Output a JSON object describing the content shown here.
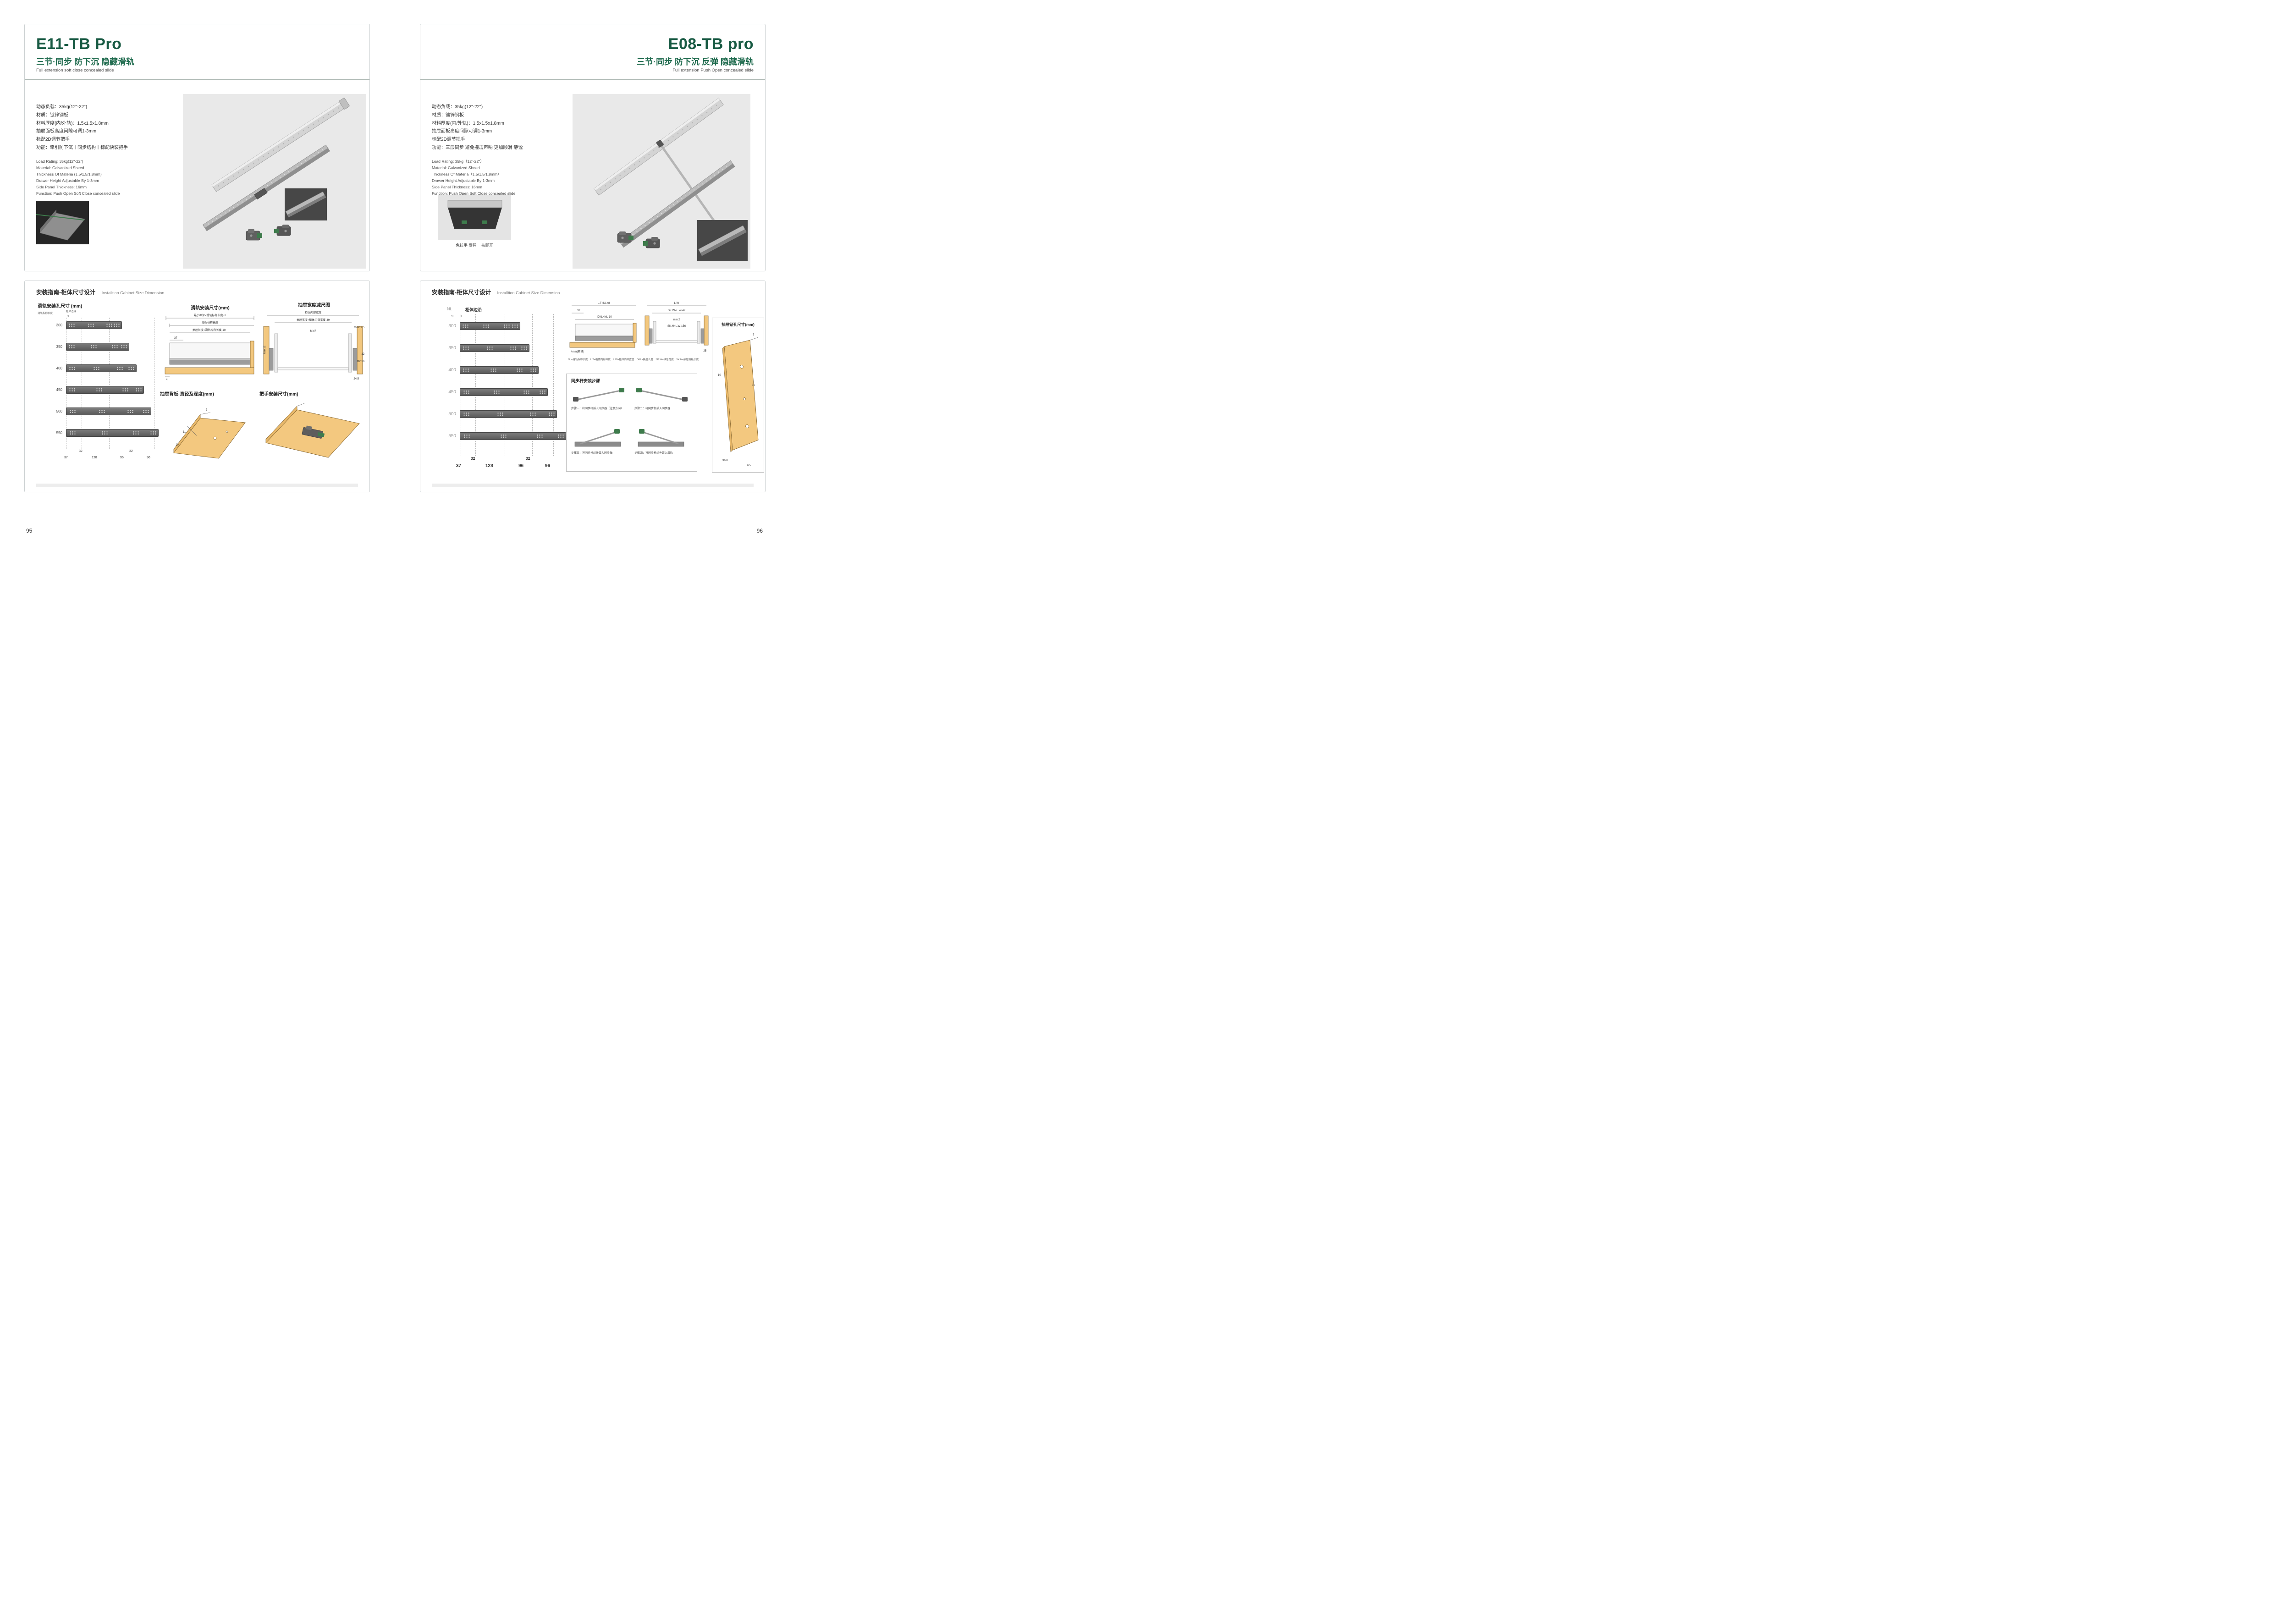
{
  "accent": {
    "green_dark": "#185a43",
    "green_mid": "#1f6b4e",
    "tan": "#f3c87f",
    "photo_bg": "#e9e9e9"
  },
  "left": {
    "title": "E11-TB Pro",
    "subtitle_cn": "三节·同步 防下沉 隐藏滑轨",
    "subtitle_en": "Full extension soft close concealed slide",
    "specs_cn": [
      "动态负载：35kg(12\"-22\")",
      "材质：镀锌钢板",
      "材料厚度(内/外轨)：1.5x1.5x1.8mm",
      "抽屉面板高度间隙可调1-3mm",
      "标配2D调节把手",
      "功能：牵引防下沉丨同步结构丨标配快装把手"
    ],
    "specs_en": [
      "Load Rating: 35kg(12\"-22\")",
      "Material: Galvanized Sheed",
      "Thickness Of Materia (1.5/1.5/1.8mm)",
      "Drawer Height Adjustable By 1-3mm",
      "Side Panel Thickness: 16mm",
      "Function:  Push Open Soft Close concealed slide"
    ],
    "install_title_cn": "安装指南-柜体尺寸设计",
    "install_title_en": "Installtion Cabinet Size Dimension",
    "rails": {
      "title": "滑轨安装孔尺寸 (mm)",
      "label_side": "滑轨标称长度",
      "label_edge": "柜体边缘",
      "dim_edge": "9",
      "lengths": [
        "300",
        "350",
        "400",
        "450",
        "500",
        "550"
      ],
      "dims_upper": [
        "32",
        "32"
      ],
      "dims_lower": [
        "37",
        "128",
        "96",
        "96"
      ]
    },
    "section": {
      "title": "滑轨安装尺寸(mm)",
      "dim_depth": "最小柜深=滑轨标称长度+8",
      "dim_rail": "滑轨标称长度",
      "dim_drawer": "抽屉长度=滑轨标称长度-10",
      "dim_front": "37",
      "dim_gap": "4"
    },
    "width_reduce": {
      "title": "抽屉宽度减尺图",
      "dim_inner": "柜体内部宽度",
      "dim_drawer": "抽屉宽度=柜体内部宽度-49",
      "dim_min7": "Min7",
      "dim_max12": "Max12",
      "dim_max17": "Max17.5",
      "dim_12": "12",
      "dim_min36": "Min36",
      "dim_245": "24.5"
    },
    "back_panel": {
      "title": "抽屉背板·直径及深度(mm)",
      "dims": [
        "7",
        "11",
        "10"
      ]
    },
    "handle": {
      "title": "把手安装尺寸(mm)"
    },
    "page_number": "95"
  },
  "right": {
    "title": "E08-TB pro",
    "subtitle_cn": "三节·同步 防下沉 反弹 隐藏滑轨",
    "subtitle_en": "Full extension Push Open concealed slide",
    "specs_cn": [
      "动态负载：35kg(12\"-22\")",
      "材质：镀锌钢板",
      "材料厚度(内/外轨)：1.5x1.5x1.8mm",
      "抽屉面板高度间隙可调1-3mm",
      "标配2D调节把手",
      "功能：三层同步 避免撞击声响 更加顺滑 静谧"
    ],
    "specs_en": [
      "Load Rating: 35kg（12\"-22\"）",
      "Material: Galvanized Sheed",
      "Thickness Of Materia（1.5/1.5/1.8mm）",
      "Drawer Height Adjustable By 1-3mm",
      "Side Panel Thickness: 16mm",
      "Function:  Push Open Soft Close concealed slide"
    ],
    "push_caption": "免拉手 反弹 一按即开",
    "install_title_cn": "安装指南-柜体尺寸设计",
    "install_title_en": "Installtion Cabinet Size Dimension",
    "rails": {
      "label_nl": "NL",
      "label_edge": "柜体边沿",
      "dims_edge": [
        "9",
        "9"
      ],
      "lengths": [
        "300",
        "350",
        "400",
        "450",
        "500",
        "550"
      ],
      "dims_upper": [
        "32",
        "32"
      ],
      "dims_lower": [
        "37",
        "128",
        "96",
        "96"
      ]
    },
    "sections": {
      "left_diag": {
        "dim1": "L.T=NL+8",
        "dim2": "37",
        "dim3": "DKL=NL-10",
        "dim4": "4mm(预留)"
      },
      "right_diag": {
        "dim1": "L.W",
        "dim2": "SK.W=L.W-42",
        "dim3": "SK.H=L.W-156",
        "dim4": "min 2",
        "dim5": "25"
      },
      "notes": "NL=滑轨标称长度　L.T=柜体内部深度　L.W=柜体内部宽度　DKL=抽屉长度　SK.W=抽屉宽度　SK.H=抽屉侧板长度"
    },
    "sync": {
      "title": "同步杆安装步骤",
      "steps": [
        "步骤一：将同步杆插入同步器（注意方向）",
        "步骤二：将同步杆插入同步器",
        "步骤三：将同步杆组件装入同步轴",
        "步骤四：将同步杆组件装入滑轨"
      ]
    },
    "drill": {
      "title": "抽屉钻孔尺寸(mm)",
      "dims": [
        "7",
        "31",
        "10",
        "36.8",
        "6.5"
      ]
    },
    "page_number": "96"
  }
}
